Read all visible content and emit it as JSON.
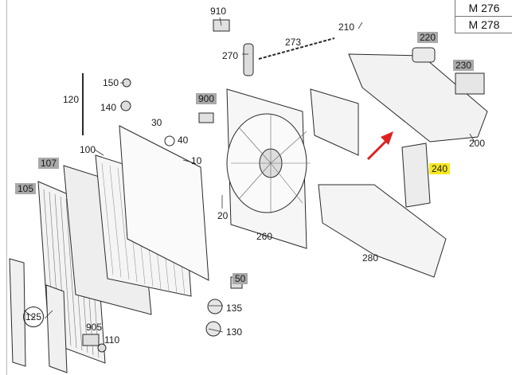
{
  "engine_codes": [
    "M 276",
    "M 278"
  ],
  "parts": [
    {
      "id": "910",
      "label": "910"
    },
    {
      "id": "210",
      "label": "210"
    },
    {
      "id": "273",
      "label": "273"
    },
    {
      "id": "270",
      "label": "270"
    },
    {
      "id": "220",
      "label": "220"
    },
    {
      "id": "230",
      "label": "230"
    },
    {
      "id": "150",
      "label": "150"
    },
    {
      "id": "140",
      "label": "140"
    },
    {
      "id": "120",
      "label": "120"
    },
    {
      "id": "30",
      "label": "30"
    },
    {
      "id": "900",
      "label": "900"
    },
    {
      "id": "40",
      "label": "40"
    },
    {
      "id": "100",
      "label": "100"
    },
    {
      "id": "107",
      "label": "107"
    },
    {
      "id": "105",
      "label": "105"
    },
    {
      "id": "10",
      "label": "10"
    },
    {
      "id": "200",
      "label": "200"
    },
    {
      "id": "240",
      "label": "240"
    },
    {
      "id": "20",
      "label": "20"
    },
    {
      "id": "260",
      "label": "260"
    },
    {
      "id": "280",
      "label": "280"
    },
    {
      "id": "50",
      "label": "50"
    },
    {
      "id": "135",
      "label": "135"
    },
    {
      "id": "125",
      "label": "125"
    },
    {
      "id": "905",
      "label": "905"
    },
    {
      "id": "110",
      "label": "110"
    },
    {
      "id": "130",
      "label": "130"
    }
  ],
  "colors": {
    "tag_gray": "#a9a9a9",
    "tag_highlight": "#f7e820",
    "arrow": "#e02020",
    "line": "#2a2a2a"
  }
}
